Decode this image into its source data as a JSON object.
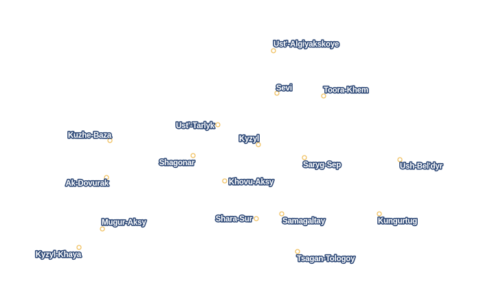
{
  "map": {
    "marker_color": "#f0c060",
    "label_fill_color": "#ffffff",
    "label_halo_color": "#2f4a78",
    "background_color": "#ffffff",
    "places": [
      {
        "name": "Ust'-Algiyakskoye",
        "icon": "settlement-dot"
      },
      {
        "name": "Sevi",
        "icon": "settlement-dot"
      },
      {
        "name": "Toora-Khem",
        "icon": "settlement-dot"
      },
      {
        "name": "Ust'-Tarlyk",
        "icon": "settlement-dot"
      },
      {
        "name": "Kuzhe-Baza",
        "icon": "settlement-dot"
      },
      {
        "name": "Kyzyl",
        "icon": "settlement-dot"
      },
      {
        "name": "Shagonar",
        "icon": "settlement-dot"
      },
      {
        "name": "Saryg-Sep",
        "icon": "settlement-dot"
      },
      {
        "name": "Ush-Bel'dyr",
        "icon": "settlement-dot"
      },
      {
        "name": "Ak-Dovurak",
        "icon": "settlement-dot"
      },
      {
        "name": "Khovu-Aksy",
        "icon": "settlement-dot"
      },
      {
        "name": "Shara-Sur",
        "icon": "settlement-dot"
      },
      {
        "name": "Samagaltay",
        "icon": "settlement-dot"
      },
      {
        "name": "Kungurtug",
        "icon": "settlement-dot"
      },
      {
        "name": "Mugur-Aksy",
        "icon": "settlement-dot"
      },
      {
        "name": "Kyzyl-Khaya",
        "icon": "settlement-dot"
      },
      {
        "name": "Tsagan-Tologoy",
        "icon": "settlement-dot"
      }
    ]
  }
}
